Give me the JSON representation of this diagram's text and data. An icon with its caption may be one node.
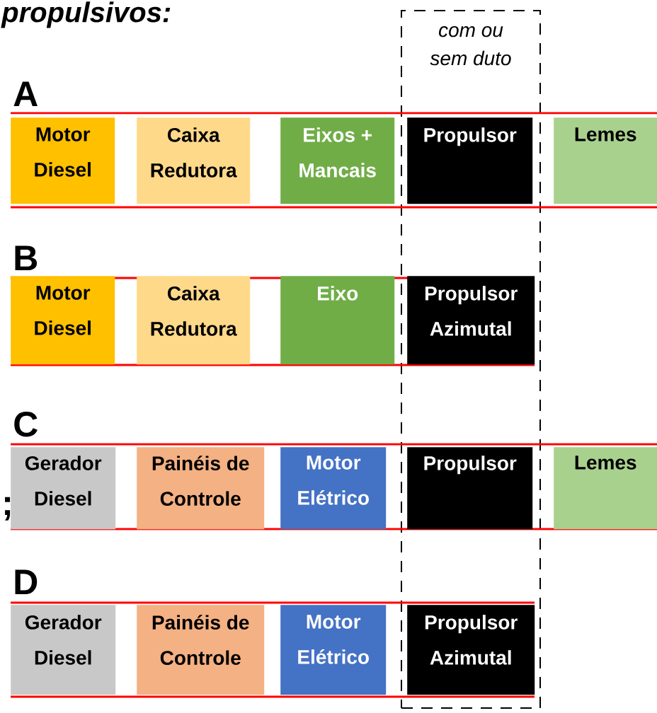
{
  "diagram": {
    "title": "propulsivos:",
    "nodes": [
      {
        "text": [
          "com ou sem duto"
        ]
      },
      {
        "text": [
          "Motor Diesel"
        ]
      },
      {
        "text": [
          "Caixa Redutora"
        ]
      },
      {
        "text": [
          "Eixos + Mancais"
        ]
      },
      {
        "text": [
          "Propulsor"
        ],
        "in": 0
      },
      {
        "text": [
          "Lemes"
        ]
      },
      {
        "text": [
          "Motor Diesel"
        ]
      },
      {
        "text": [
          "Caixa Redutora"
        ]
      },
      {
        "text": [
          "Eixo"
        ]
      },
      {
        "text": [
          "Propulsor Azimutal"
        ],
        "in": 0
      },
      {
        "text": [
          "Gerador Diesel"
        ]
      },
      {
        "text": [
          "Painéis de Controle"
        ]
      },
      {
        "text": [
          "Motor Elétrico"
        ]
      },
      {
        "text": [
          "Propulsor"
        ],
        "in": 0
      },
      {
        "text": [
          "Lemes"
        ]
      },
      {
        "text": [
          "Gerador Diesel"
        ]
      },
      {
        "text": [
          "Painéis de Controle"
        ]
      },
      {
        "text": [
          "Motor Elétrico"
        ]
      },
      {
        "text": [
          "Propulsor Azimutal"
        ],
        "in": 0
      }
    ],
    "labels": [
      "A",
      "B",
      "C",
      ";",
      "D"
    ]
  }
}
